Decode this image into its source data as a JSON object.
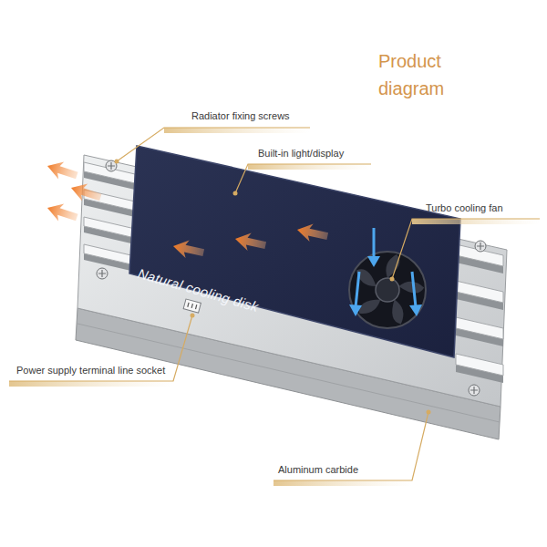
{
  "diagram": {
    "title": "Product diagram",
    "nodes": [
      {
        "text": [
          "Natural cooling disk"
        ]
      }
    ],
    "labels": [
      "Radiator fixing screws",
      "Built-in light/display",
      "Turbo cooling fan",
      "Power supply terminal line socket",
      "Aluminum carbide"
    ]
  }
}
